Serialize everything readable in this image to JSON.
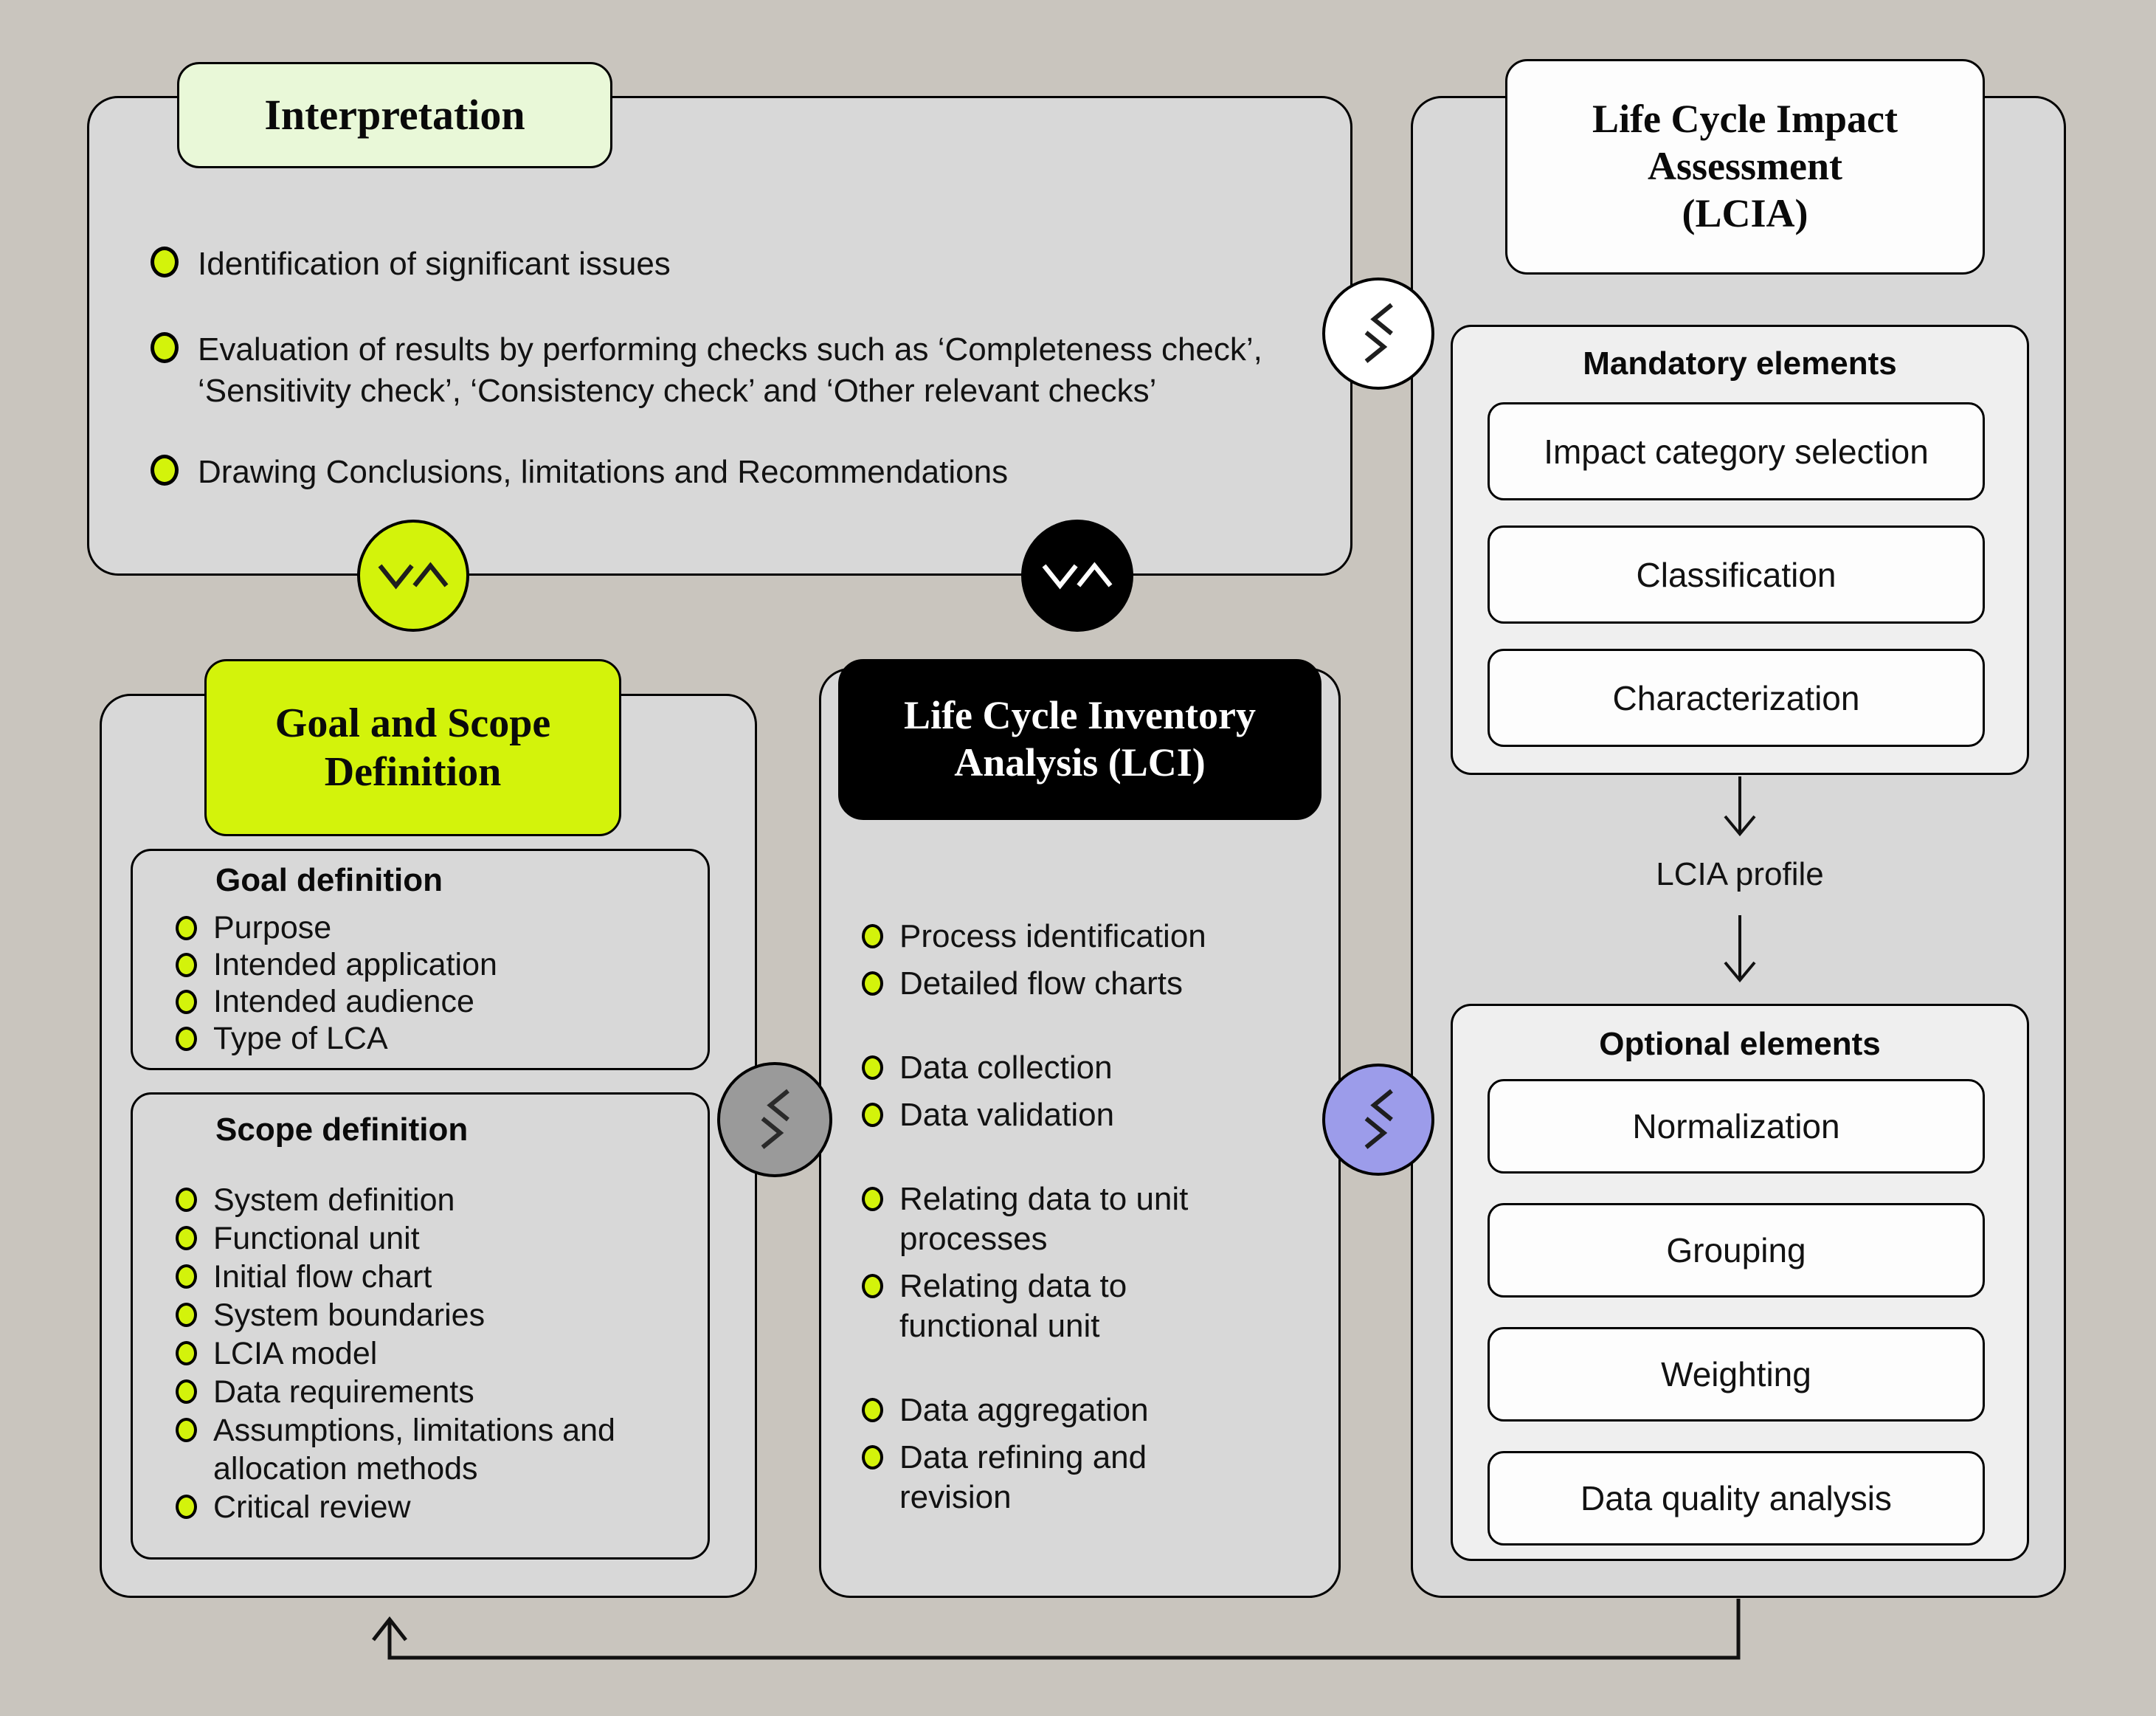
{
  "colors": {
    "background": "#c9c5be",
    "panel_gray": "#d8d8d8",
    "inner_gray": "#efefef",
    "accent_chartreuse": "#d3f30b",
    "light_green": "#e9f8d8",
    "periwinkle": "#9c9cea",
    "circle_gray": "#9a9a9a",
    "black": "#000000",
    "white": "#ffffff"
  },
  "interpretation": {
    "title": "Interpretation",
    "items": [
      "Identification of significant issues",
      "Evaluation of results by performing checks such as ‘Completeness check’, ‘Sensitivity check’, ‘Consistency check’ and ‘Other relevant checks’",
      "Drawing Conclusions, limitations and Recommendations"
    ]
  },
  "goal_scope": {
    "title_lines": [
      "Goal and Scope",
      "Definition"
    ],
    "goal": {
      "heading": "Goal definition",
      "items": [
        "Purpose",
        "Intended application",
        "Intended audience",
        "Type of LCA"
      ]
    },
    "scope": {
      "heading": "Scope definition",
      "items": [
        "System definition",
        "Functional unit",
        "Initial flow chart",
        "System boundaries",
        "LCIA model",
        "Data requirements",
        "Assumptions, limitations and allocation methods",
        "Critical review"
      ]
    }
  },
  "lci": {
    "title_lines": [
      "Life Cycle Inventory",
      "Analysis (LCI)"
    ],
    "items": [
      "Process identification",
      "Detailed flow charts",
      "Data collection",
      "Data validation",
      "Relating data to unit processes",
      "Relating data to functional unit",
      "Data aggregation",
      "Data refining and revision"
    ]
  },
  "lcia": {
    "title_lines": [
      "Life Cycle Impact",
      "Assessment",
      "(LCIA)"
    ],
    "mandatory": {
      "heading": "Mandatory elements",
      "items": [
        "Impact category selection",
        "Classification",
        "Characterization"
      ]
    },
    "profile_label": "LCIA profile",
    "optional": {
      "heading": "Optional elements",
      "items": [
        "Normalization",
        "Grouping",
        "Weighting",
        "Data quality analysis"
      ]
    }
  }
}
